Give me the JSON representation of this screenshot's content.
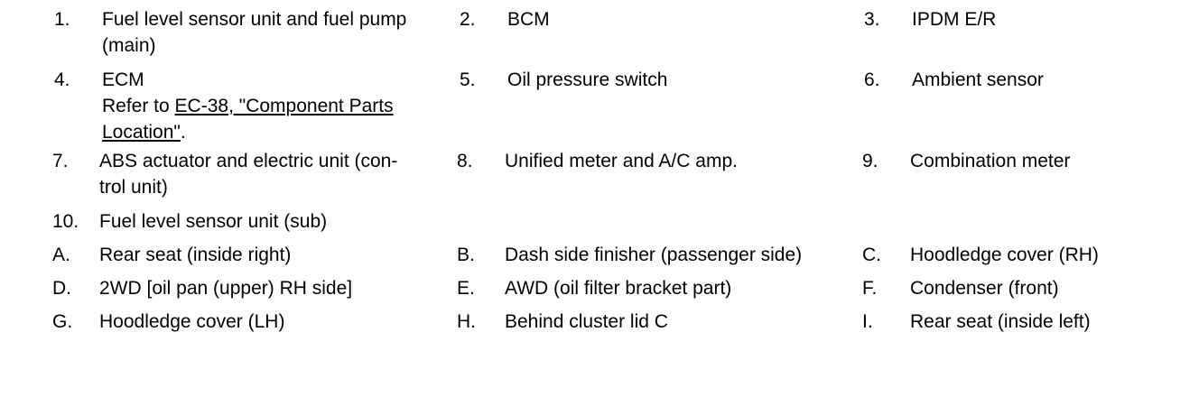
{
  "items": [
    {
      "key": "1.",
      "lines": [
        "Fuel level sensor unit and fuel pump",
        "(main)"
      ]
    },
    {
      "key": "2.",
      "lines": [
        "BCM"
      ]
    },
    {
      "key": "3.",
      "lines": [
        "IPDM E/R"
      ]
    },
    {
      "key": "4.",
      "lines": [
        "ECM"
      ],
      "ref_prefix": "Refer to ",
      "ref_link_1": "EC-38, \"Component Parts",
      "ref_link_2": "Location\"",
      "ref_suffix": "."
    },
    {
      "key": "5.",
      "lines": [
        "Oil pressure switch"
      ]
    },
    {
      "key": "6.",
      "lines": [
        "Ambient sensor"
      ]
    },
    {
      "key": "7.",
      "lines": [
        "ABS actuator and electric unit (con-",
        "trol unit)"
      ]
    },
    {
      "key": "8.",
      "lines": [
        "Unified meter and A/C amp."
      ]
    },
    {
      "key": "9.",
      "lines": [
        "Combination meter"
      ]
    },
    {
      "key": "10.",
      "lines": [
        "Fuel level sensor unit (sub)"
      ]
    },
    {
      "key": "A.",
      "lines": [
        "Rear seat (inside right)"
      ]
    },
    {
      "key": "B.",
      "lines": [
        "Dash side finisher (passenger side)"
      ]
    },
    {
      "key": "C.",
      "lines": [
        "Hoodledge cover (RH)"
      ]
    },
    {
      "key": "D.",
      "lines": [
        "2WD [oil pan (upper) RH side]"
      ]
    },
    {
      "key": "E.",
      "lines": [
        "AWD (oil filter bracket part)"
      ]
    },
    {
      "key": "F.",
      "lines": [
        "Condenser (front)"
      ]
    },
    {
      "key": "G.",
      "lines": [
        "Hoodledge cover (LH)"
      ]
    },
    {
      "key": "H.",
      "lines": [
        "Behind cluster lid C"
      ]
    },
    {
      "key": "I.",
      "lines": [
        "Rear seat (inside left)"
      ]
    }
  ]
}
